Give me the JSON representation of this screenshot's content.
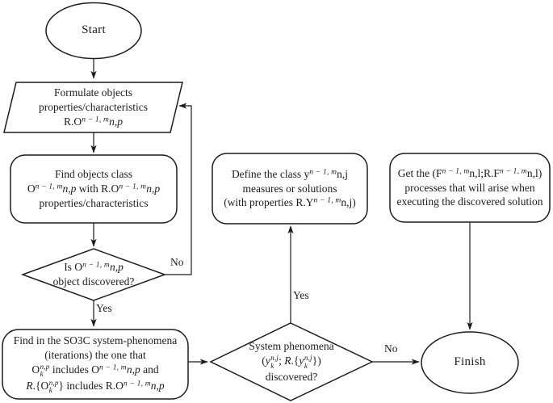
{
  "diagram": {
    "background": "#ffffff",
    "line_color": "#1c1c1c"
  },
  "nodes": {
    "start": {
      "shape": "ellipse",
      "label": "Start"
    },
    "formulate": {
      "shape": "parallelogram",
      "lines": [
        [
          {
            "t": "Formulate objects"
          }
        ],
        [
          {
            "t": "properties/characteristics"
          }
        ],
        [
          {
            "t": "R.O"
          },
          {
            "sup": "n − 1, m"
          },
          {
            "i": "n,p"
          }
        ]
      ]
    },
    "find_class": {
      "shape": "rounded-rect",
      "lines": [
        [
          {
            "t": "Find objects class"
          }
        ],
        [
          {
            "t": "O"
          },
          {
            "sup": "n − 1, m"
          },
          {
            "i": "n,p"
          },
          {
            "t": " with R.O"
          },
          {
            "sup": "n − 1, m"
          },
          {
            "i": "n,p"
          }
        ],
        [
          {
            "t": "properties/characteristics"
          }
        ]
      ]
    },
    "object_discovered": {
      "shape": "diamond",
      "lines": [
        [
          {
            "t": "Is O"
          },
          {
            "sup": "n − 1, m"
          },
          {
            "i": "n,p"
          }
        ],
        [
          {
            "t": "object discovered?"
          }
        ]
      ]
    },
    "find_so3c": {
      "shape": "rounded-rect",
      "lines": [
        [
          {
            "t": "Find in the SO3C system-phenomena"
          }
        ],
        [
          {
            "t": "(iterations) the one that"
          }
        ],
        [
          {
            "st": {
              "b": "O",
              "u": "n,p",
              "d": "k"
            }
          },
          {
            "t": " includes O"
          },
          {
            "sup": "n − 1, m"
          },
          {
            "i": "n,p"
          },
          {
            "t": " and"
          }
        ],
        [
          {
            "i": "R"
          },
          {
            "t": ".{"
          },
          {
            "st": {
              "b": "O",
              "u": "n,p",
              "d": "k"
            }
          },
          {
            "t": "} includes R.O"
          },
          {
            "sup": "n − 1, m"
          },
          {
            "i": "n,p"
          }
        ]
      ]
    },
    "system_phenomena": {
      "shape": "diamond",
      "lines": [
        [
          {
            "t": "System phenomena"
          }
        ],
        [
          {
            "t": "("
          },
          {
            "st": {
              "b": "y",
              "bi": true,
              "u": "n,j",
              "d": "k"
            }
          },
          {
            "t": "; "
          },
          {
            "i": "R"
          },
          {
            "t": ".{"
          },
          {
            "st": {
              "b": "y",
              "bi": true,
              "u": "n,j",
              "d": "k"
            }
          },
          {
            "t": "})"
          }
        ],
        [
          {
            "t": "discovered?"
          }
        ]
      ]
    },
    "define_class": {
      "shape": "rounded-rect",
      "lines": [
        [
          {
            "t": "Define the class y"
          },
          {
            "sup": "n − 1, m"
          },
          {
            "t": "n,j"
          }
        ],
        [
          {
            "t": "measures or solutions"
          }
        ],
        [
          {
            "t": "(with properties R.Y"
          },
          {
            "sup": "n − 1, m"
          },
          {
            "t": "n,j)"
          }
        ]
      ]
    },
    "get_processes": {
      "shape": "rounded-rect",
      "lines": [
        [
          {
            "t": "Get the (F"
          },
          {
            "sup": "n − 1, m"
          },
          {
            "t": "n,l;R.F"
          },
          {
            "sup": "n − 1, m"
          },
          {
            "t": "n,l)"
          }
        ],
        [
          {
            "t": "processes that will arise when"
          }
        ],
        [
          {
            "t": "executing the discovered solution"
          }
        ]
      ]
    },
    "finish": {
      "shape": "ellipse",
      "label": "Finish"
    }
  },
  "edge_labels": {
    "no_loop": "No",
    "yes_object": "Yes",
    "yes_phenomena": "Yes",
    "no_phenomena": "No"
  }
}
